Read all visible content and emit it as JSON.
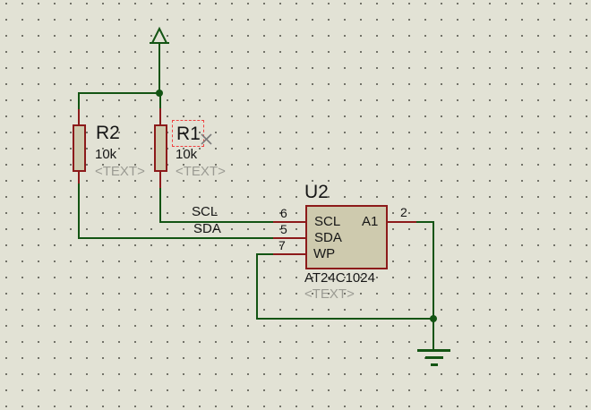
{
  "colors": {
    "background": "#E2E2D5",
    "wire_green": "#135413",
    "pin_outline_red": "#8C1A1A",
    "component_fill": "#CECAAE",
    "text_black": "#161616",
    "annotation_gray": "#9B9B93",
    "selection_dash_red": "#F04040"
  },
  "icons": {
    "power_arrow": "up-arrow-power-terminal",
    "ground": "three-bar-ground-terminal",
    "cursor_cross": "gray-x-marker",
    "junction": "filled-dot"
  },
  "resistors": [
    {
      "ref": "R2",
      "value": "10k",
      "placeholder": "<TEXT>"
    },
    {
      "ref": "R1",
      "value": "10k",
      "placeholder": "<TEXT>",
      "selected": "true"
    }
  ],
  "ic": {
    "ref": "U2",
    "part": "AT24C1024",
    "placeholder": "<TEXT>",
    "left_pins": [
      {
        "number": "6",
        "name": "SCL"
      },
      {
        "number": "5",
        "name": "SDA"
      },
      {
        "number": "7",
        "name": "WP"
      }
    ],
    "right_pins": [
      {
        "number": "2",
        "name": "A1"
      }
    ]
  },
  "net_labels": [
    {
      "text": "SCL"
    },
    {
      "text": "SDA"
    }
  ]
}
